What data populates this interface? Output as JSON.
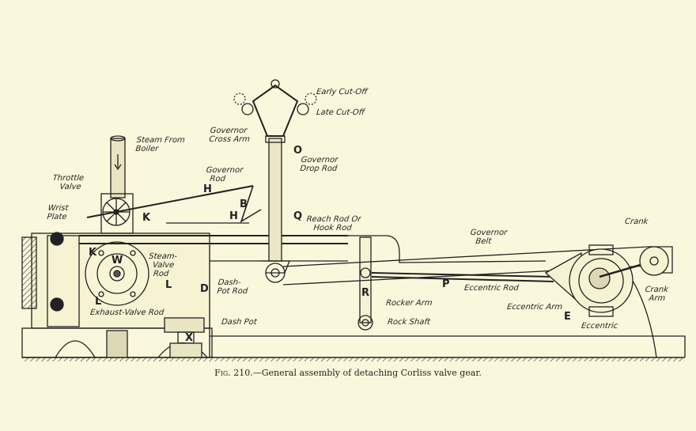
{
  "figure": {
    "number_label": "Fig. 210.",
    "caption": "—General assembly of detaching Corliss valve gear."
  },
  "labels": {
    "early_cutoff": "Early Cut-Off",
    "late_cutoff": "Late Cut-Off",
    "governor_cross_arm": [
      "Governor",
      "Cross Arm"
    ],
    "governor_drop_rod": [
      "Governor",
      "Drop Rod"
    ],
    "steam_from_boiler": [
      "Steam From",
      "Boiler"
    ],
    "throttle_valve": [
      "Throttle",
      "Valve"
    ],
    "governor_rod": [
      "Governor",
      "Rod"
    ],
    "wrist_plate": [
      "Wrist",
      "Plate"
    ],
    "reach_rod": [
      "Reach Rod Or",
      "Hook Rod"
    ],
    "governor_belt": [
      "Governor",
      "Belt"
    ],
    "crank": "Crank",
    "crank_arm": [
      "Crank",
      "Arm"
    ],
    "steam_valve_rod": [
      "Steam-",
      "Valve",
      "Rod"
    ],
    "dash_pot_rod": [
      "Dash-",
      "Pot Rod"
    ],
    "dash_pot": "Dash Pot",
    "exhaust_valve_rod": "Exhaust-Valve Rod",
    "eccentric_rod": "Eccentric Rod",
    "eccentric_arm": "Eccentric Arm",
    "eccentric": "Eccentric",
    "rocker_arm": "Rocker Arm",
    "rock_shaft": "Rock Shaft"
  },
  "letters": {
    "O": "O",
    "H1": "H",
    "H2": "H",
    "B": "B",
    "K1": "K",
    "K2": "K",
    "Q": "Q",
    "W": "W",
    "L1": "L",
    "L2": "L",
    "D": "D",
    "X": "X",
    "P": "P",
    "R": "R",
    "E": "E"
  }
}
